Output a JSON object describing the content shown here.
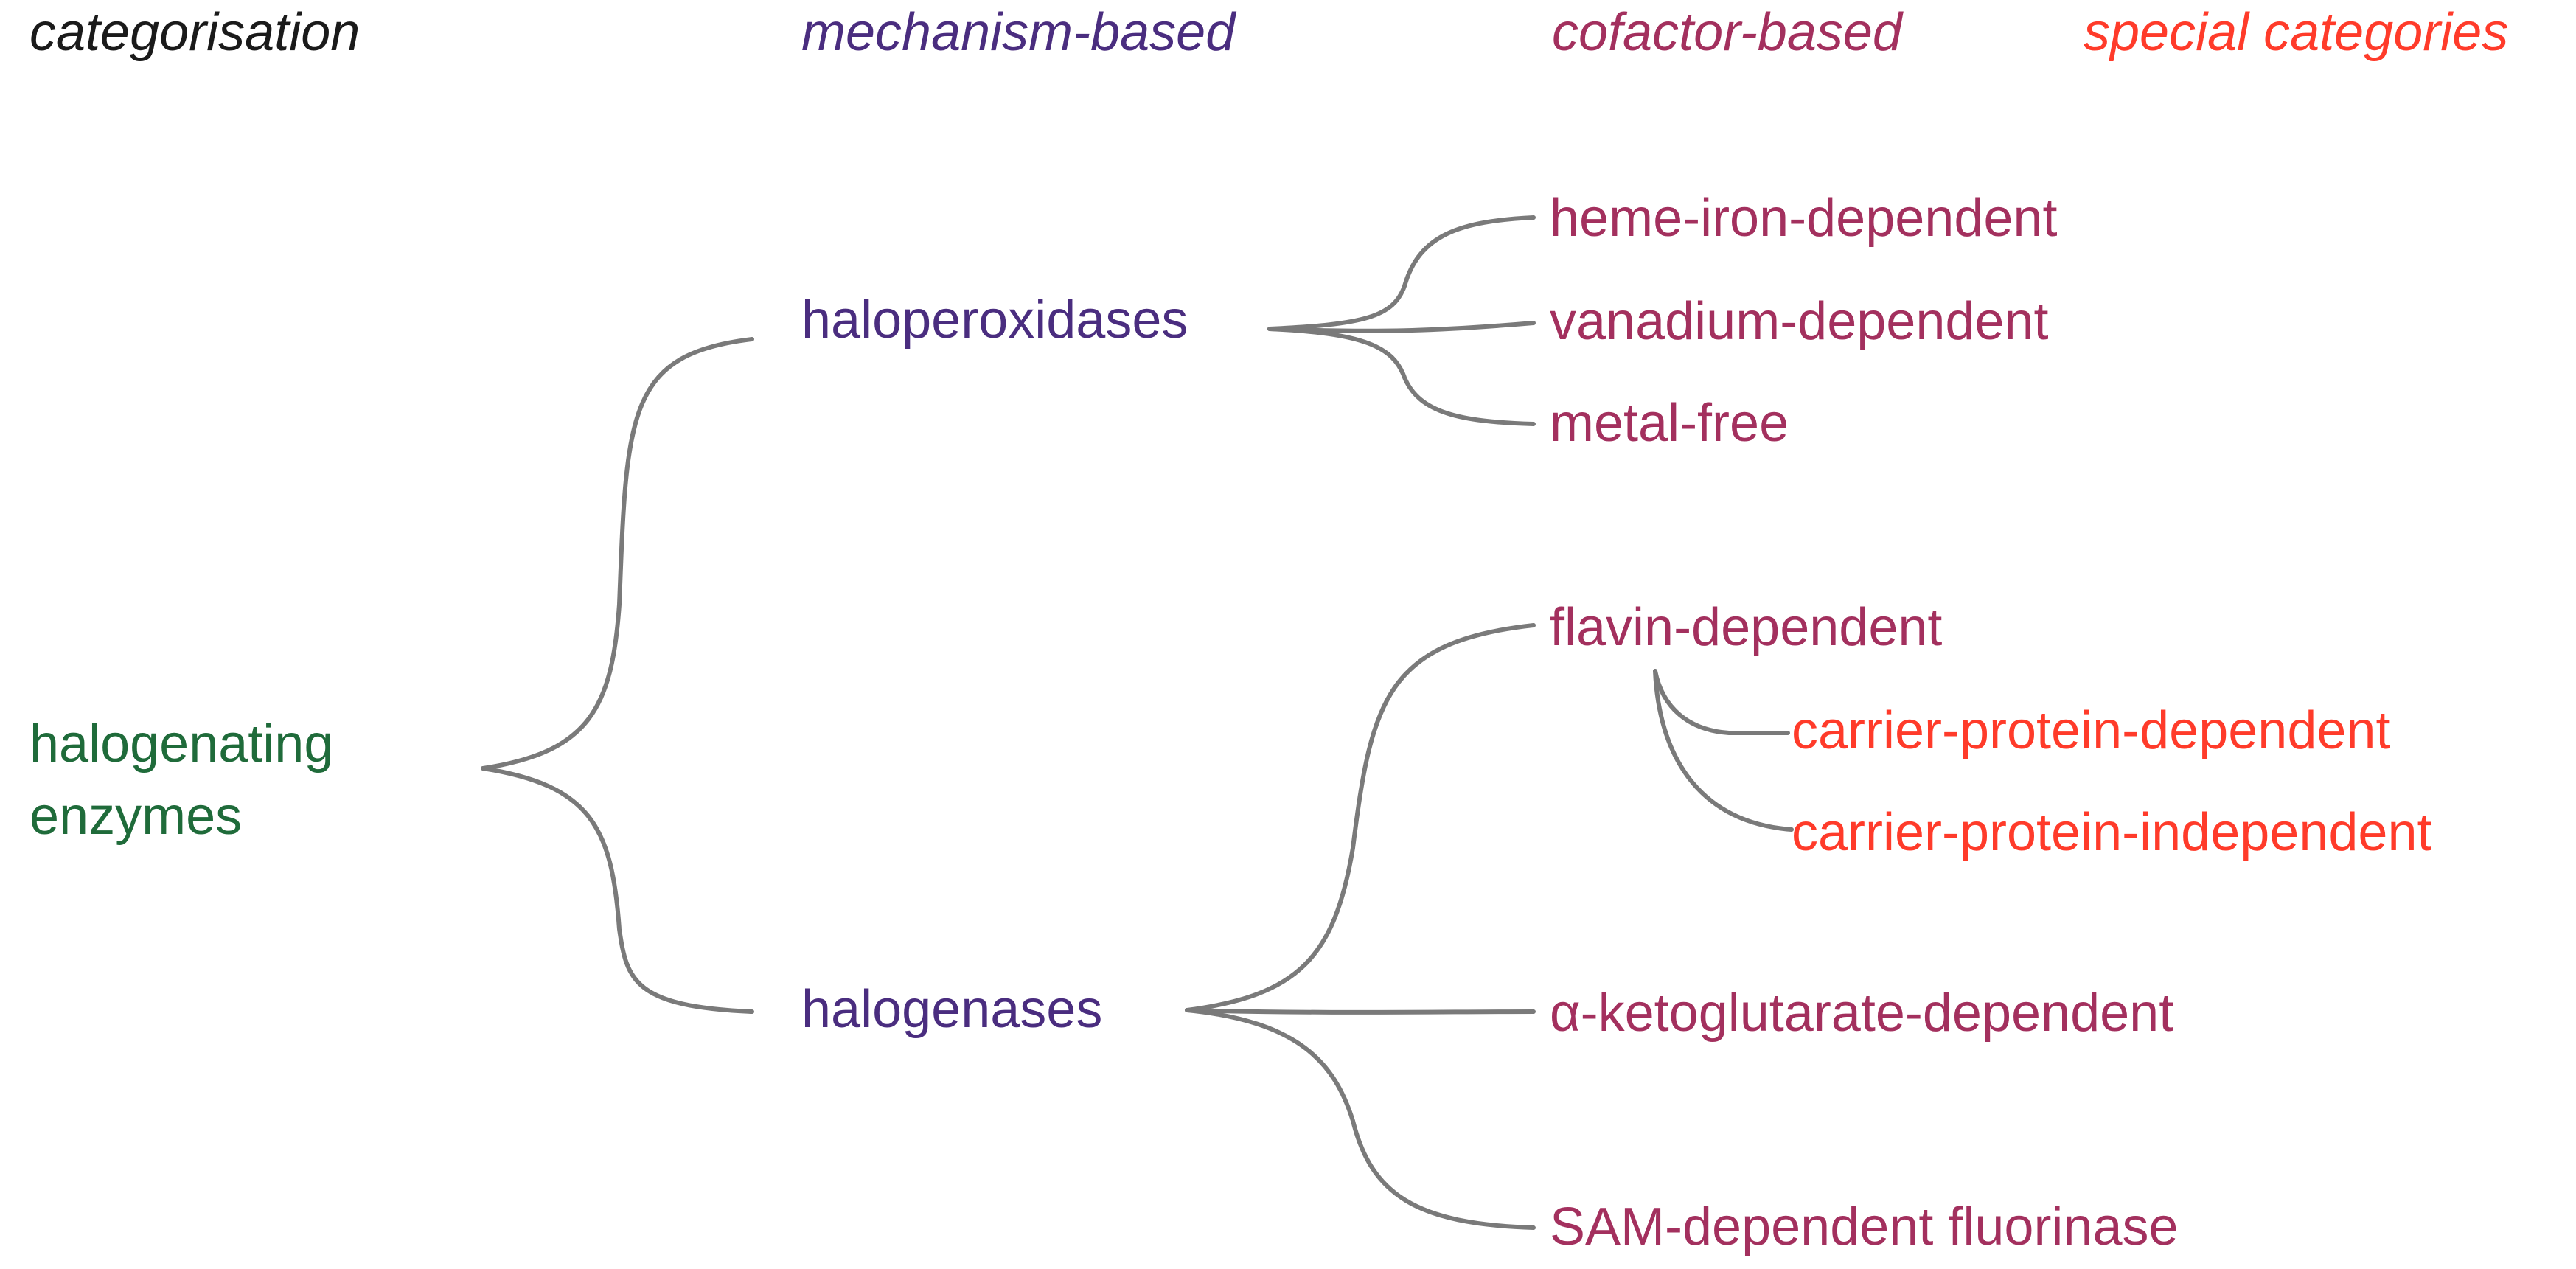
{
  "headers": {
    "categorisation": "categorisation",
    "mechanism": "mechanism-based",
    "cofactor": "cofactor-based",
    "special": "special categories"
  },
  "root": {
    "line1": "halogenating",
    "line2": "enzymes"
  },
  "mechanism": {
    "haloperoxidases": "haloperoxidases",
    "halogenases": "halogenases"
  },
  "cofactor": {
    "heme": "heme-iron-dependent",
    "vanadium": "vanadium-dependent",
    "metal_free": "metal-free",
    "flavin": "flavin-dependent",
    "akg": "α-ketoglutarate-dependent",
    "sam": "SAM-dependent fluorinase"
  },
  "special": {
    "cp_dependent": "carrier-protein-dependent",
    "cp_independent": "carrier-protein-independent"
  },
  "colors": {
    "categorisation": "#1a1a1a",
    "mechanism": "#4a2d7f",
    "cofactor": "#a3305e",
    "special": "#ff3b2a",
    "root": "#1f6b3a",
    "connector": "#7a7a7a"
  }
}
